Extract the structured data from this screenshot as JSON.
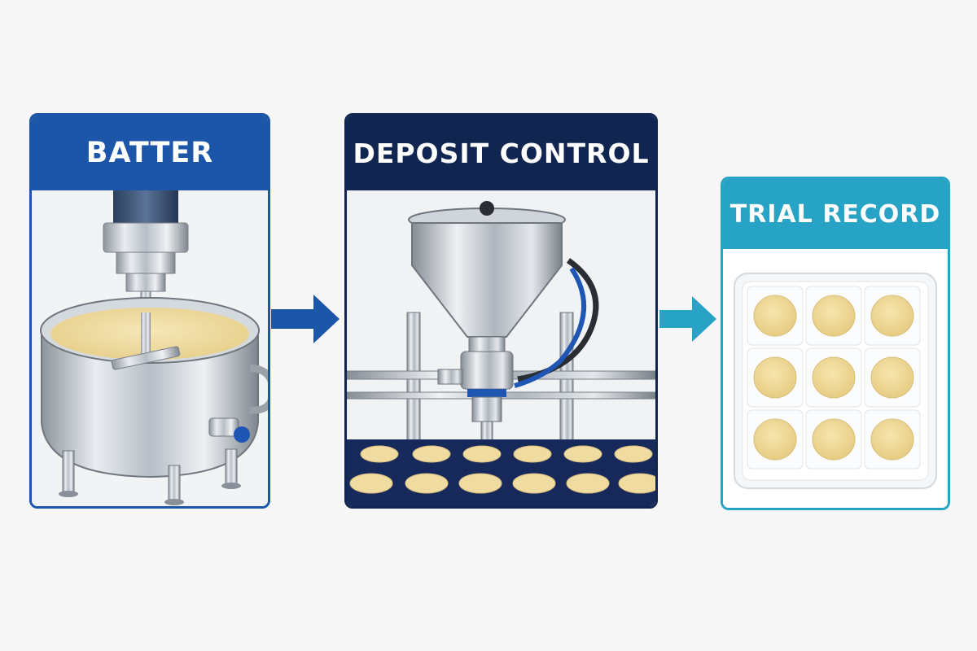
{
  "steps": [
    {
      "title": "BATTER",
      "icon": "mixing-kettle-icon",
      "color": "#1c56a8"
    },
    {
      "title": "DEPOSIT CONTROL",
      "icon": "depositor-hopper-icon",
      "color": "#10254f"
    },
    {
      "title": "TRIAL RECORD",
      "icon": "sample-tray-icon",
      "color": "#27a3c6"
    }
  ],
  "arrows": [
    {
      "from": "BATTER",
      "to": "DEPOSIT CONTROL",
      "color": "#1c56a8"
    },
    {
      "from": "DEPOSIT CONTROL",
      "to": "TRIAL RECORD",
      "color": "#27a3c6"
    }
  ],
  "tray_samples": {
    "rows": 3,
    "cols": 3
  }
}
